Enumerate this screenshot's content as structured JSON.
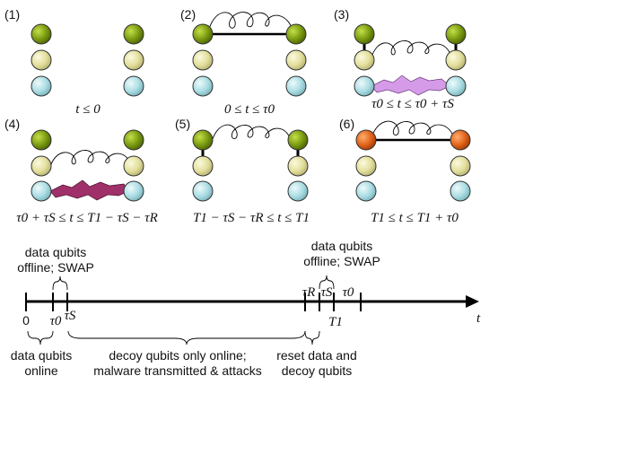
{
  "panels": [
    {
      "number": "(1)",
      "caption": "t ≤ 0"
    },
    {
      "number": "(2)",
      "caption": "0 ≤ t ≤ τ0"
    },
    {
      "number": "(3)",
      "caption": "τ0 ≤ t ≤ τ0 + τS"
    },
    {
      "number": "(4)",
      "caption": "τ0 + τS ≤ t ≤ T1 − τS − τR"
    },
    {
      "number": "(5)",
      "caption": "T1 − τS − τR ≤ t ≤ T1"
    },
    {
      "number": "(6)",
      "caption": "T1 ≤ t ≤ T1 + τ0"
    }
  ],
  "timeline": {
    "axis_label": "t",
    "ticks": [
      "0",
      "τ0",
      "τS",
      "τR",
      "τS",
      "τ0",
      "T1"
    ],
    "annotations": {
      "swap_left": [
        "data qubits",
        "offline; SWAP"
      ],
      "swap_right": [
        "data qubits",
        "offline; SWAP"
      ],
      "data_online": [
        "data qubits",
        "online"
      ],
      "decoy_online": [
        "decoy qubits only online;",
        "malware transmitted & attacks"
      ],
      "reset": [
        "reset data and",
        "decoy qubits"
      ]
    }
  },
  "colors": {
    "green": "#7a9a10",
    "yellow": "#e6e3a0",
    "cyan": "#aee0e6",
    "orange": "#e0621a",
    "malware_light": "#d59be8",
    "malware_dark": "#a0306a"
  }
}
